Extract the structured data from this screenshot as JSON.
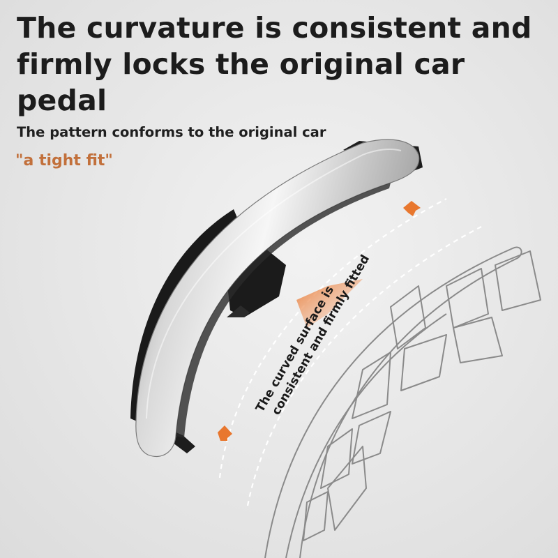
{
  "headline": "The curvature is consistent and firmly locks the original car pedal",
  "subline": "The pattern conforms to the original car",
  "highlight": "\"a tight fit\"",
  "curve_label": {
    "line1": "The curved surface is",
    "line2": "consistent and firmly fitted"
  },
  "colors": {
    "accent": "#c2703b",
    "arrow": "#e8772e",
    "text": "#1c1c1c",
    "background": "#e6e6e6"
  },
  "icons": {
    "arrow": "orange-arrow-icon",
    "pedal": "pedal-outline-icon",
    "cover": "pedal-cover-icon"
  }
}
